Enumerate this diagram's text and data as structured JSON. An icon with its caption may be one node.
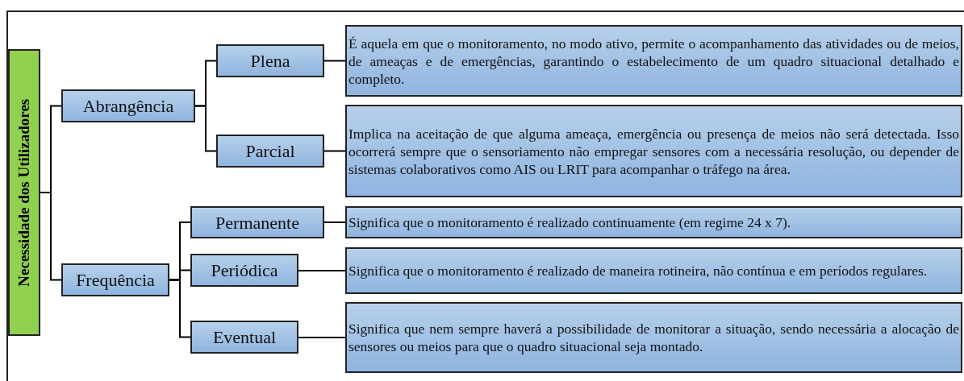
{
  "diagram": {
    "nodes": [
      {
        "text": [
          "Necessidade dos Utilizadores"
        ]
      },
      {
        "text": [
          "Abrangência"
        ]
      },
      {
        "text": [
          "Plena"
        ]
      },
      {
        "text": [
          "É aquela em que o monitoramento, no modo ativo, permite o acompanhamento das atividades ou de meios, de ameaças e de emergências, garantindo o estabelecimento de um quadro situacional detalhado e completo."
        ]
      },
      {
        "text": [
          "Parcial"
        ]
      },
      {
        "text": [
          "Implica na aceitação de que alguma ameaça, emergência ou presença de meios não será detectada. Isso ocorrerá sempre que o sensoriamento não empregar sensores com a necessária resolução, ou depender de sistemas colaborativos como AIS ou LRIT para acompanhar o tráfego na área."
        ]
      },
      {
        "text": [
          "Frequência"
        ]
      },
      {
        "text": [
          "Permanente"
        ]
      },
      {
        "text": [
          "Significa que o monitoramento é realizado continuamente (em regime 24 x 7)."
        ]
      },
      {
        "text": [
          "Periódica"
        ]
      },
      {
        "text": [
          "Significa que o monitoramento é realizado de maneira rotineira, não contínua e em períodos regulares."
        ]
      },
      {
        "text": [
          "Eventual"
        ]
      },
      {
        "text": [
          "Significa que nem sempre haverá a possibilidade de monitorar a situação, sendo necessária a alocação de sensores ou meios para que o quadro situacional seja montado."
        ]
      }
    ],
    "edges": [
      {
        "from": 0,
        "to": 1,
        "arrow": "none"
      },
      {
        "from": 0,
        "to": 6,
        "arrow": "none"
      },
      {
        "from": 1,
        "to": 2,
        "arrow": "none"
      },
      {
        "from": 1,
        "to": 4,
        "arrow": "none"
      },
      {
        "from": 2,
        "to": 3,
        "arrow": "none"
      },
      {
        "from": 4,
        "to": 5,
        "arrow": "none"
      },
      {
        "from": 6,
        "to": 7,
        "arrow": "none"
      },
      {
        "from": 6,
        "to": 9,
        "arrow": "none"
      },
      {
        "from": 6,
        "to": 11,
        "arrow": "none"
      },
      {
        "from": 7,
        "to": 8,
        "arrow": "none"
      },
      {
        "from": 9,
        "to": 10,
        "arrow": "none"
      },
      {
        "from": 11,
        "to": 12,
        "arrow": "none"
      }
    ]
  }
}
